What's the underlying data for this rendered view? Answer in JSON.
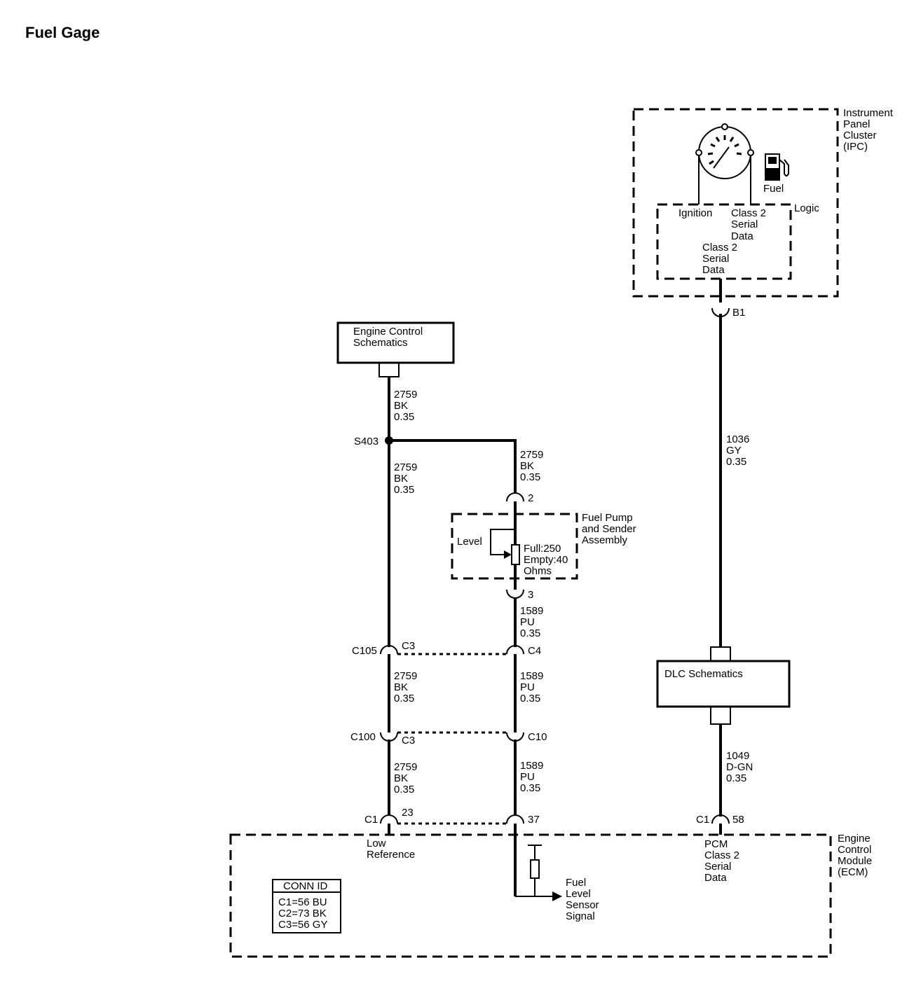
{
  "title": "Fuel Gage",
  "ipc": {
    "label": [
      "Instrument",
      "Panel",
      "Cluster",
      "(IPC)"
    ],
    "fuel_label": "Fuel",
    "logic_label": "Logic",
    "ignition_label": "Ignition",
    "class2_a": [
      "Class 2",
      "Serial",
      "Data"
    ],
    "class2_b": [
      "Class 2",
      "Serial",
      "Data"
    ],
    "connector": "B1",
    "icons": [
      "gauge-icon",
      "fuel-pump-icon"
    ]
  },
  "engine_control_box": [
    "Engine Control",
    "Schematics"
  ],
  "dlc_box": "DLC Schematics",
  "splice": "S403",
  "wires": {
    "w2759_top": [
      "2759",
      "BK",
      "0.35"
    ],
    "w2759_a": [
      "2759",
      "BK",
      "0.35"
    ],
    "w2759_branch": [
      "2759",
      "BK",
      "0.35"
    ],
    "w2759_b": [
      "2759",
      "BK",
      "0.35"
    ],
    "w2759_c": [
      "2759",
      "BK",
      "0.35"
    ],
    "w1589_a": [
      "1589",
      "PU",
      "0.35"
    ],
    "w1589_b": [
      "1589",
      "PU",
      "0.35"
    ],
    "w1589_c": [
      "1589",
      "PU",
      "0.35"
    ],
    "w1036": [
      "1036",
      "GY",
      "0.35"
    ],
    "w1049": [
      "1049",
      "D-GN",
      "0.35"
    ]
  },
  "sender": {
    "label": [
      "Fuel Pump",
      "and Sender",
      "Assembly"
    ],
    "level_label": "Level",
    "spec": [
      "Full:250",
      "Empty:40",
      "Ohms"
    ],
    "pin_top": "2",
    "pin_bottom": "3"
  },
  "connectors": {
    "c105": "C105",
    "c105_pin_left": "C3",
    "c105_pin_right": "C4",
    "c100": "C100",
    "c100_pin_left": "C3",
    "c100_pin_right": "C10",
    "c1_left": "C1",
    "c1_left_pin": "23",
    "c1_mid_pin": "37",
    "c1_right": "C1",
    "c1_right_pin": "58"
  },
  "ecm": {
    "label": [
      "Engine",
      "Control",
      "Module",
      "(ECM)"
    ],
    "low_ref": [
      "Low",
      "Reference"
    ],
    "fuel_signal": [
      "Fuel",
      "Level",
      "Sensor",
      "Signal"
    ],
    "pcm_data": [
      "PCM",
      "Class 2",
      "Serial",
      "Data"
    ],
    "conn_id_title": "CONN ID",
    "conn_id_rows": [
      "C1=56 BU",
      "C2=73 BK",
      "C3=56 GY"
    ]
  }
}
